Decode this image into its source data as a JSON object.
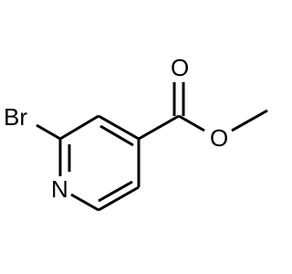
{
  "atoms": {
    "bromine": "Br",
    "nitrogen": "N",
    "carbonyl_oxygen": "O",
    "ester_oxygen": "O"
  }
}
